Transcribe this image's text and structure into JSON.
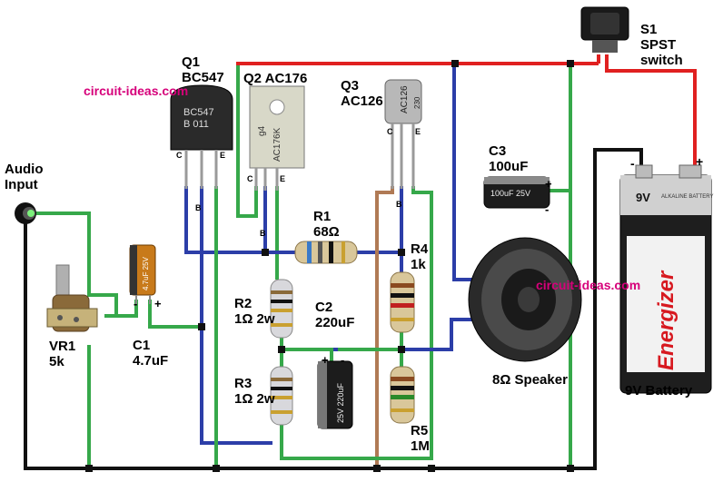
{
  "labels": {
    "audio_input": "Audio\nInput",
    "q1": "Q1\nBC547",
    "q2": "Q2 AC176",
    "q3": "Q3\nAC126",
    "s1": "S1\nSPST\nswitch",
    "c3": "C3\n100uF",
    "r1": "R1\n68Ω",
    "r4": "R4\n1k",
    "r2": "R2\n1Ω 2w",
    "c2": "C2\n220uF",
    "r3": "R3\n1Ω 2w",
    "r5": "R5\n1M",
    "vr1": "VR1\n5k",
    "c1": "C1\n4.7uF",
    "speaker": "8Ω Speaker",
    "battery": "9V Battery"
  },
  "watermarks": {
    "left": "circuit-ideas.com",
    "right": "circuit-ideas.com"
  },
  "part_markings": {
    "q1_body": "BC547\nB 011",
    "q2_body": "AC176K",
    "q2_code": "g4",
    "q3_body": "AC126",
    "q3_code": "230",
    "c1_body": "4.7uF 25V",
    "c3_body": "100uF 25V",
    "c2_body": "25V 220uF",
    "battery_top": "9V",
    "battery_alk": "ALKALINE BATTERY",
    "battery_brand": "Energizer",
    "pin_c": "C",
    "pin_b": "B",
    "pin_e": "E",
    "plus": "+",
    "minus": "-"
  },
  "colors": {
    "wire_red": "#e02020",
    "wire_blue": "#2c3ea8",
    "wire_green": "#36a84a",
    "wire_black": "#111111",
    "wire_brown": "#b07a55",
    "watermark": "#d6007a"
  }
}
